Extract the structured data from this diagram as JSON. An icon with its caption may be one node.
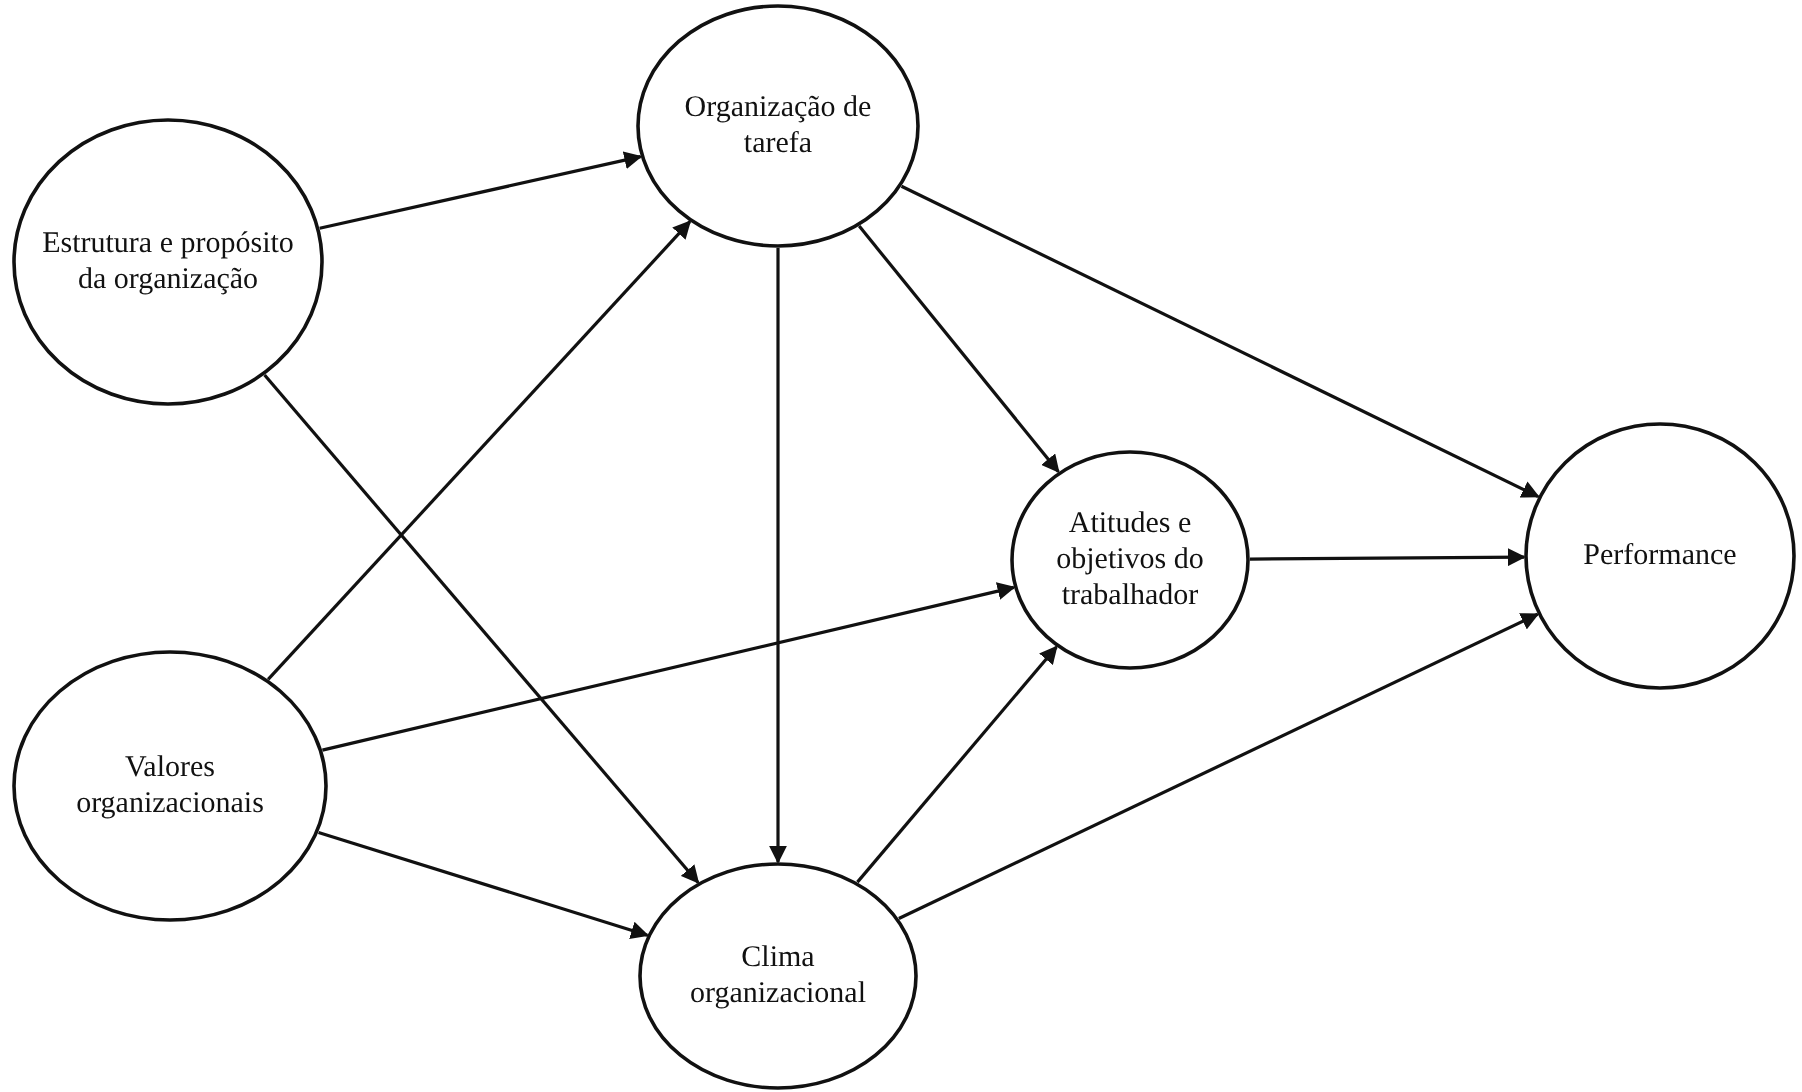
{
  "diagram": {
    "nodes": [
      {
        "text": [
          "Estrutura e propósito da organização"
        ]
      },
      {
        "text": [
          "Organização de tarefa"
        ]
      },
      {
        "text": [
          "Atitudes e objetivos do trabalhador"
        ]
      },
      {
        "text": [
          "Performance"
        ]
      },
      {
        "text": [
          "Valores organizacionais"
        ]
      },
      {
        "text": [
          "Clima organizacional"
        ]
      }
    ],
    "edges": [
      {
        "from": 0,
        "to": 1,
        "arrow": "to"
      },
      {
        "from": 0,
        "to": 5,
        "arrow": "to"
      },
      {
        "from": 4,
        "to": 1,
        "arrow": "to"
      },
      {
        "from": 4,
        "to": 2,
        "arrow": "to"
      },
      {
        "from": 4,
        "to": 5,
        "arrow": "to"
      },
      {
        "from": 1,
        "to": 5,
        "arrow": "to"
      },
      {
        "from": 1,
        "to": 2,
        "arrow": "to"
      },
      {
        "from": 1,
        "to": 3,
        "arrow": "to"
      },
      {
        "from": 2,
        "to": 3,
        "arrow": "to"
      },
      {
        "from": 5,
        "to": 2,
        "arrow": "to"
      },
      {
        "from": 5,
        "to": 3,
        "arrow": "to"
      }
    ]
  }
}
